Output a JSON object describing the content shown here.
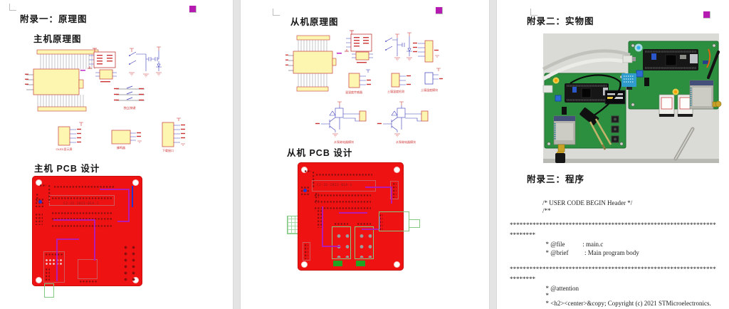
{
  "document": {
    "background_color": "#ffffff",
    "page_gap_color": "#e4e4e4"
  },
  "page1": {
    "heading": "附录一：原理图",
    "subheading_schematic": "主机原理图",
    "subheading_pcb": "主机 PCB 设计",
    "schematic": {
      "buttons_caption": "独立按键",
      "block_captions": [
        "OLED显示屏",
        "蜂鸣器",
        "下载接口"
      ]
    },
    "pcb_silkscreen": "CJ-32-2022-01A-1"
  },
  "page2": {
    "heading": "从机原理图",
    "subheading_pcb": "从机 PCB 设计",
    "schematic": {
      "block_captions": [
        "温湿度传感器",
        "土壤湿度检测",
        "土壤湿度模块"
      ],
      "relay_captions": [
        "水泵继电器模块",
        "水泵继电器模块"
      ]
    },
    "pcb_silkscreen": "CJ-32-2022-01A-1"
  },
  "page3": {
    "heading_photo": "附录二：实物图",
    "heading_code": "附录三：程序",
    "code_lines": [
      "/* USER CODE BEGIN Header */",
      "/**",
      "***************************************************************",
      "********",
      "  * @file           : main.c",
      "  * @brief          : Main program body",
      "***************************************************************",
      "********",
      "  * @attention",
      "  *",
      "  * <h2><center>&copy; Copyright (c) 2021 STMicroelectronics."
    ]
  }
}
